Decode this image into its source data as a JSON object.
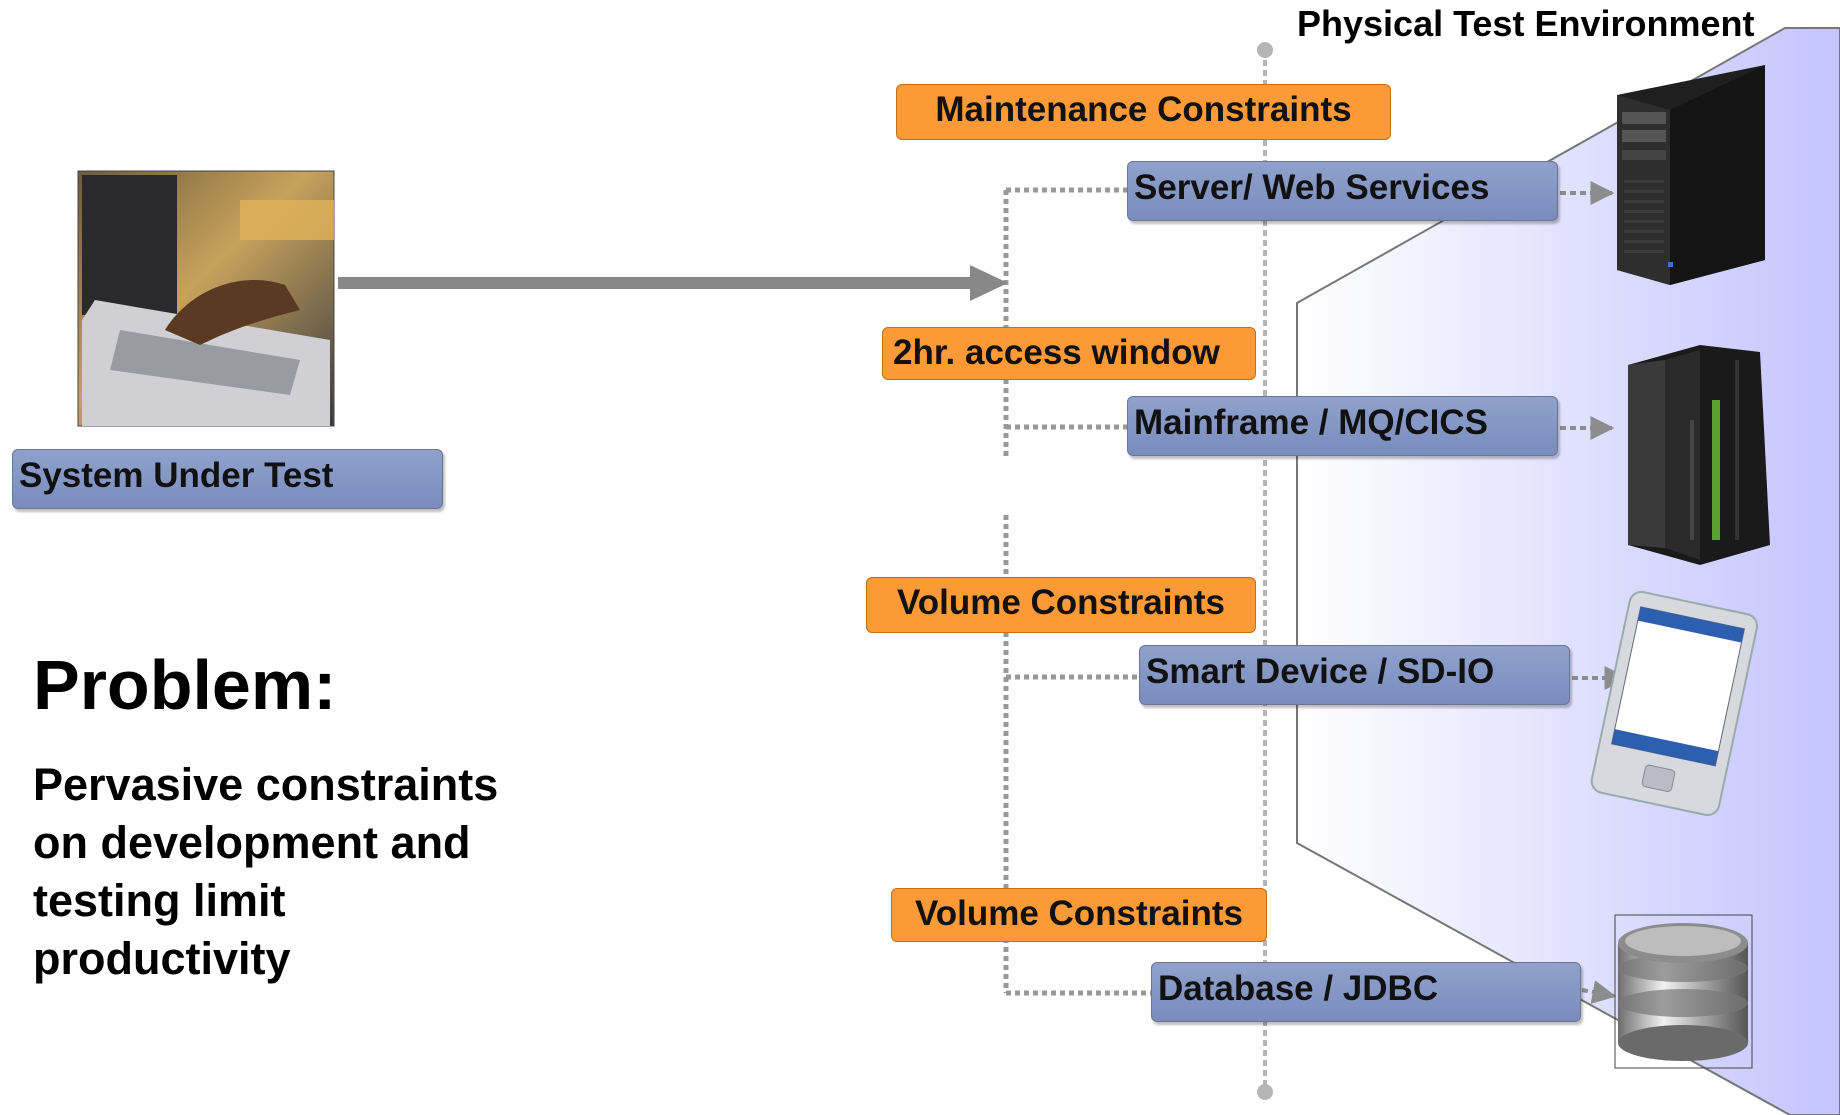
{
  "environment_title": "Physical Test Environment",
  "system_under_test_label": "System Under Test",
  "problem": {
    "title": "Problem:",
    "lines": [
      "Pervasive constraints",
      "on development and",
      "testing limit",
      "productivity"
    ]
  },
  "constraints": {
    "maintenance": "Maintenance Constraints",
    "access_window": "2hr. access window",
    "volume_1": "Volume Constraints",
    "volume_2": "Volume Constraints"
  },
  "services": {
    "server": "Server/ Web Services",
    "mainframe": "Mainframe / MQ/CICS",
    "smart_device": "Smart Device / SD-IO",
    "database": "Database / JDBC"
  },
  "colors": {
    "service_box": "#8294c4",
    "constraint_box": "#fb9a36",
    "environment_panel": "#c8c8ff",
    "connector": "#999999"
  }
}
